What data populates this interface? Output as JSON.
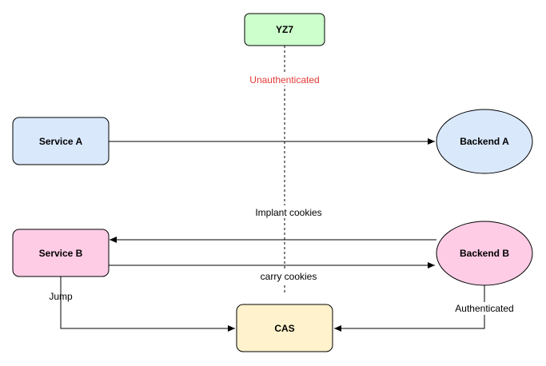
{
  "nodes": {
    "yz7": {
      "label": "YZ7",
      "fill": "#ccffcc"
    },
    "service_a": {
      "label": "Service A",
      "fill": "#dae8fc"
    },
    "backend_a": {
      "label": "Backend A",
      "fill": "#dae8fc"
    },
    "service_b": {
      "label": "Service B",
      "fill": "#ffcce6"
    },
    "backend_b": {
      "label": "Backend B",
      "fill": "#ffcce6"
    },
    "cas": {
      "label": "CAS",
      "fill": "#fff2cc"
    }
  },
  "labels": {
    "unauthenticated": "Unauthenticated",
    "implant_cookies": "Implant cookies",
    "carry_cookies": "carry cookies",
    "jump": "Jump",
    "authenticated": "Authenticated"
  },
  "colors": {
    "stroke": "#000000",
    "warning_text": "#e53935"
  }
}
